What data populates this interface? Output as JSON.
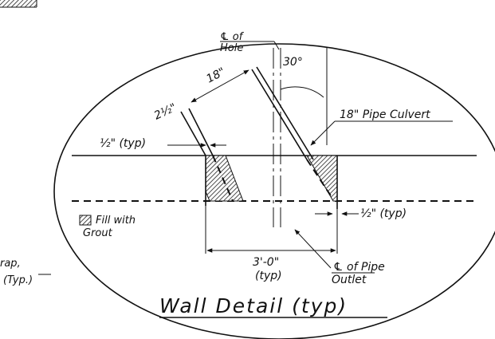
{
  "title": "Wall Detail (typ)",
  "labels": {
    "cl_hole_line1": "℄ of",
    "cl_hole_line2": "Hole",
    "angle": "30°",
    "pipe_width": "18\"",
    "wall_thickness": "2½\"",
    "gap_left": "½\" (typ)",
    "gap_right": "½\" (typ)",
    "pipe_label": "18\" Pipe Culvert",
    "legend_line1": "Fill with",
    "legend_line2": "Grout",
    "dimension_line1": "3'-0\"",
    "dimension_line2": "(typ)",
    "cl_pipe_line1": "℄ of Pipe",
    "cl_pipe_line2": "Outlet",
    "left_partial_line1": "rap,",
    "left_partial_line2": "(Typ.)"
  }
}
